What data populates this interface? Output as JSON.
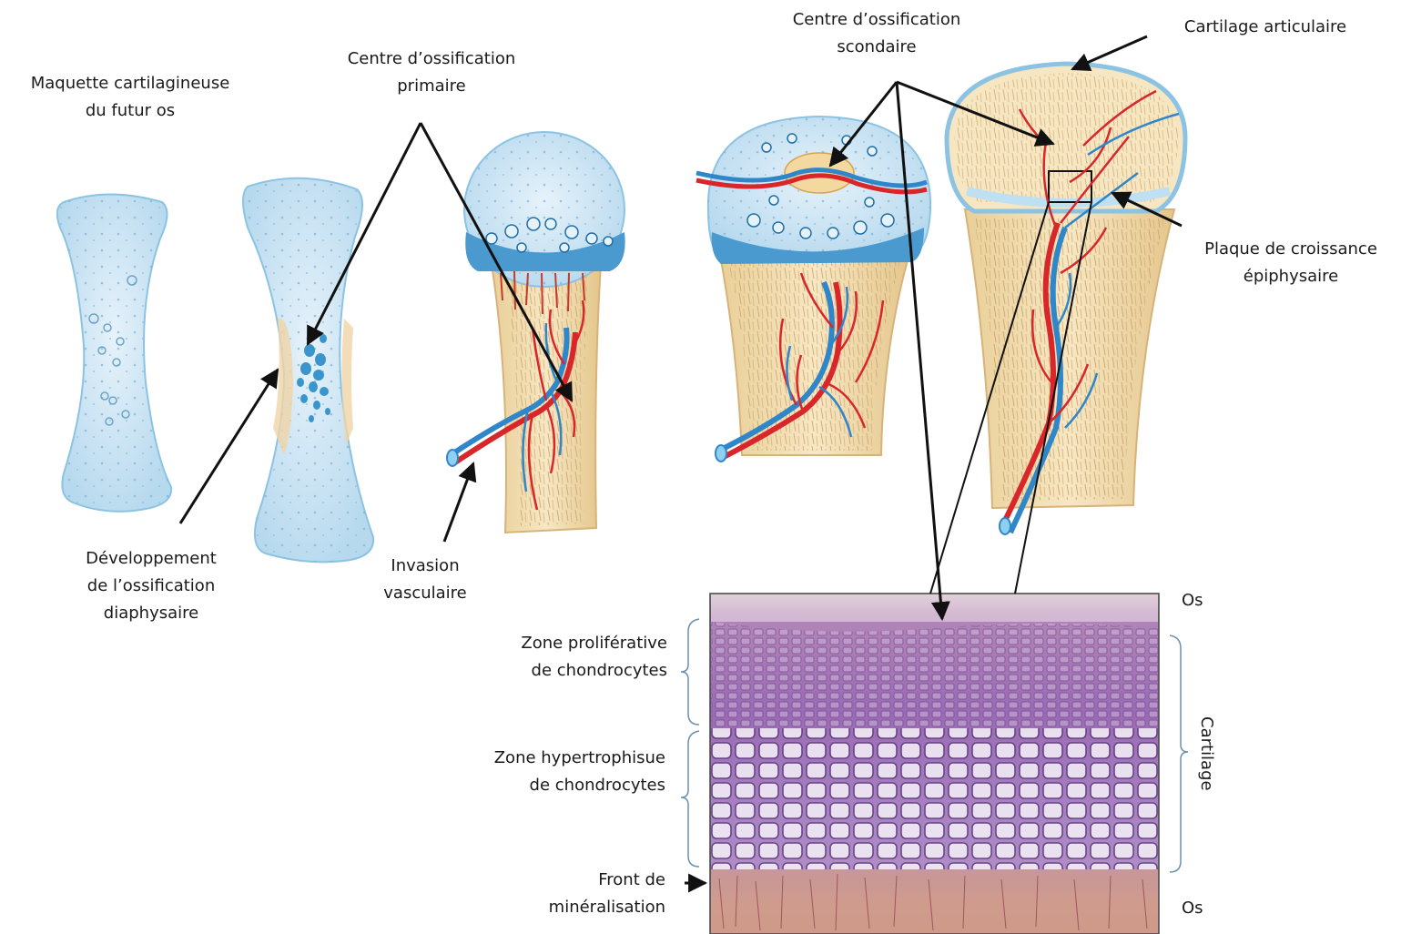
{
  "labels": {
    "maquette": [
      "Maquette cartilagineuse",
      "du futur os"
    ],
    "centre_primaire": [
      "Centre d’ossification",
      "primaire"
    ],
    "centre_secondaire": [
      "Centre d’ossification",
      "scondaire"
    ],
    "cartilage_articulaire": "Cartilage articulaire",
    "plaque_croissance": [
      "Plaque de croissance",
      "épiphysaire"
    ],
    "developpement": [
      "Développement",
      "de l’ossification",
      "diaphysaire"
    ],
    "invasion": [
      "Invasion",
      "vasculaire"
    ],
    "zone_proliferative": [
      "Zone proliférative",
      "de chondrocytes"
    ],
    "zone_hypertrophique": [
      "Zone hypertrophisue",
      "de chondrocytes"
    ],
    "front": [
      "Front de",
      "minéralisation"
    ],
    "os_top": "Os",
    "os_bottom": "Os",
    "cartilage": "Cartilage"
  },
  "colors": {
    "cartilage_blue": "#cfe6f3",
    "cartilage_edge": "#8cc3e3",
    "bone_tan": "#f1dcae",
    "artery_red": "#d8262b",
    "vein_blue": "#2f86c8",
    "histology_purple": "#8b62a8"
  }
}
